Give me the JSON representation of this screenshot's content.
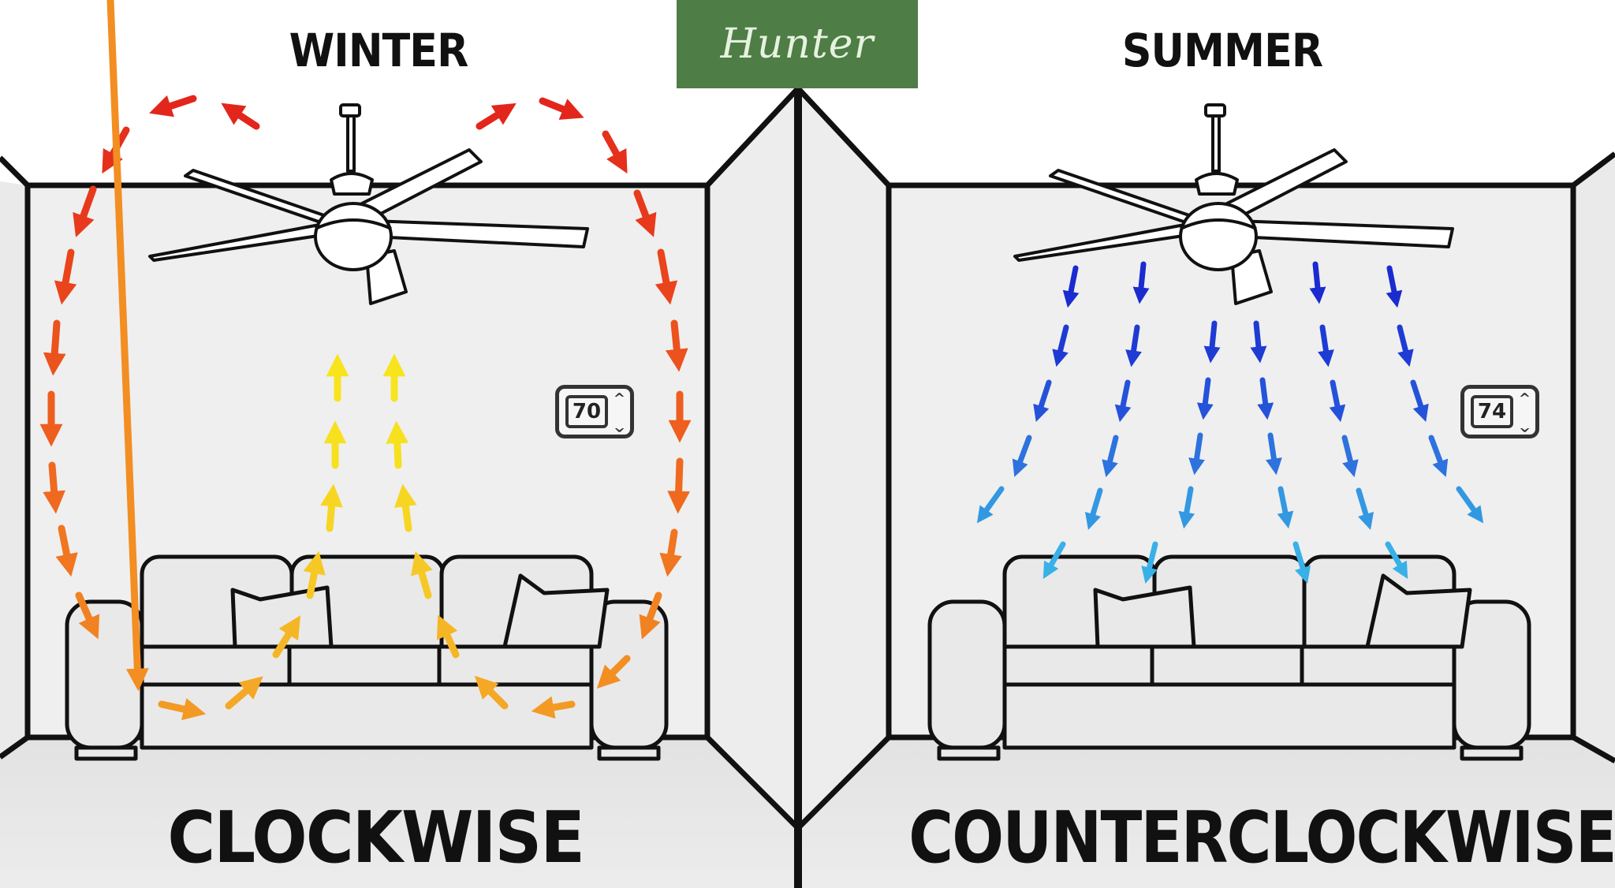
{
  "brand": {
    "logo_text": "Hunter",
    "logo_bg": "#4e7d45",
    "logo_fg": "#e6f2df"
  },
  "panels": [
    {
      "season": "WINTER",
      "direction": "CLOCKWISE",
      "thermostat": {
        "value": "70",
        "up_icon": "chevron-up",
        "down_icon": "chevron-down"
      },
      "airflow": {
        "description": "warm air pushed up along ceiling, down walls, and recirculated up through room center",
        "colors": [
          "#e8321e",
          "#ef6a1f",
          "#f39a24",
          "#f5c41c",
          "#f7e21a"
        ]
      }
    },
    {
      "season": "SUMMER",
      "direction": "COUNTERCLOCKWISE",
      "thermostat": {
        "value": "74",
        "up_icon": "chevron-up",
        "down_icon": "chevron-down"
      },
      "airflow": {
        "description": "cool air blown straight down from fan onto couch",
        "colors": [
          "#1a2fd0",
          "#2450dc",
          "#2f7de0",
          "#36a9e6"
        ]
      }
    }
  ],
  "colors": {
    "wall": "#efefef",
    "floor": "#e6e6e6",
    "line": "#111111",
    "couch": "#e8e8e8"
  }
}
